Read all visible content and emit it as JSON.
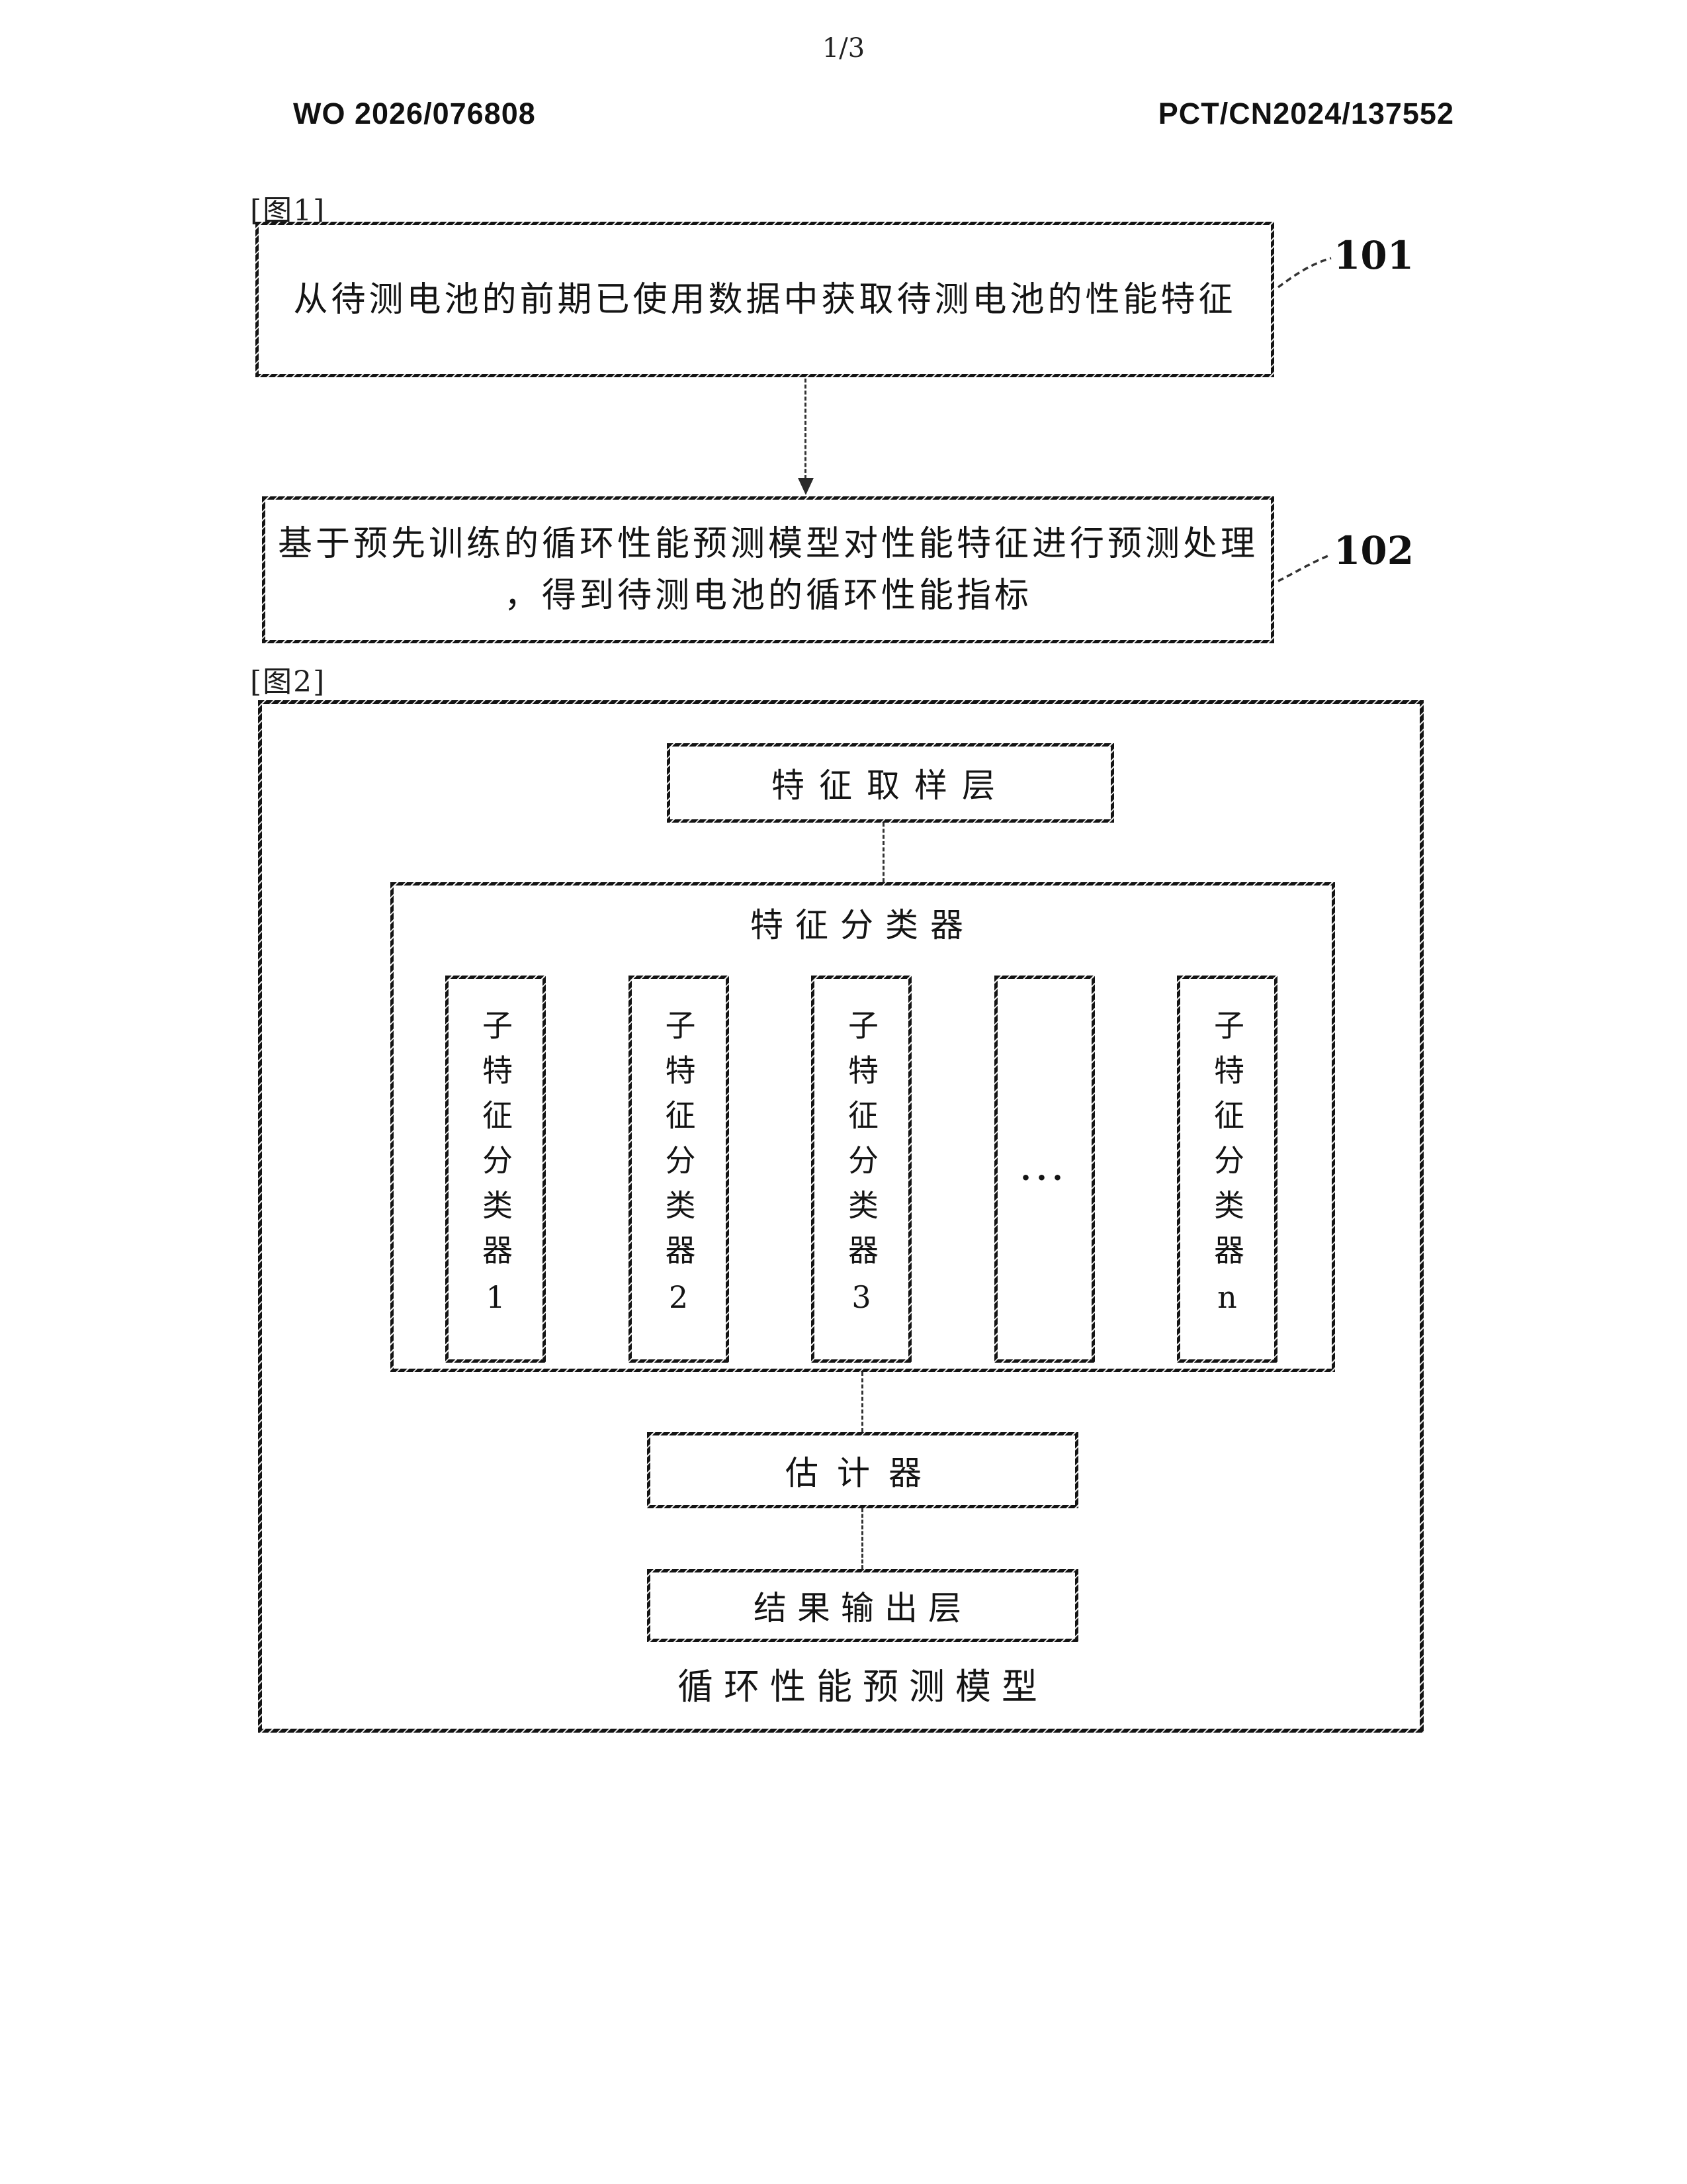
{
  "colors": {
    "ink": "#161616",
    "paper": "#ffffff",
    "line": "#333333"
  },
  "header": {
    "page_indicator": "1/3",
    "publication_number": "WO 2026/076808",
    "application_number": "PCT/CN2024/137552"
  },
  "figure1": {
    "label": "[图1]",
    "steps": [
      {
        "ref": "101",
        "lines": [
          "从待测电池的前期已使用数据中获取待测电池的性能特征"
        ]
      },
      {
        "ref": "102",
        "lines": [
          "基于预先训练的循环性能预测模型对性能特征进行预测处理",
          "，得到待测电池的循环性能指标"
        ]
      }
    ]
  },
  "figure2": {
    "label": "[图2]",
    "sampling_layer_label": "特征取样层",
    "classifier": {
      "title": "特征分类器",
      "sub_boxes": [
        {
          "label": "子特征分类器1"
        },
        {
          "label": "子特征分类器2"
        },
        {
          "label": "子特征分类器3"
        },
        {
          "label": "",
          "ellipsis": "..."
        },
        {
          "label": "子特征分类器n"
        }
      ]
    },
    "estimator_label": "估计器",
    "output_layer_label": "结果输出层",
    "caption": "循环性能预测模型"
  }
}
